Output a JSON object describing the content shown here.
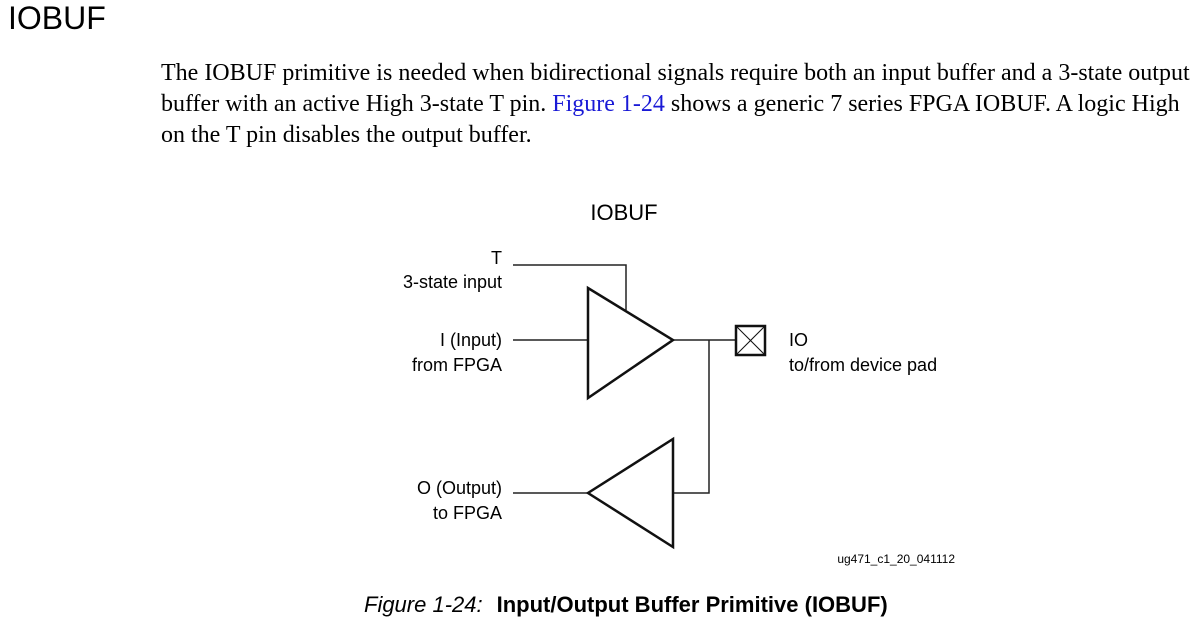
{
  "section_title": "IOBUF",
  "paragraph": {
    "before_link": "The IOBUF primitive is needed when bidirectional signals require both an input buffer and a 3-state output buffer with an active High 3-state T pin. ",
    "link": "Figure 1-24",
    "after_link": " shows a generic 7 series FPGA IOBUF. A logic High on the T pin disables the output buffer.",
    "link_color": "#1a1ad6"
  },
  "diagram": {
    "title": "IOBUF",
    "t_label": "T",
    "t_sub": "3-state input",
    "i_label": "I (Input)",
    "i_sub": "from FPGA",
    "o_label": "O (Output)",
    "o_sub": "to FPGA",
    "io_label": "IO",
    "io_sub": "to/from device pad",
    "figure_id": "ug471_c1_20_041112"
  },
  "caption": {
    "number": "Figure 1-24:",
    "title": "Input/Output Buffer Primitive (IOBUF)"
  }
}
